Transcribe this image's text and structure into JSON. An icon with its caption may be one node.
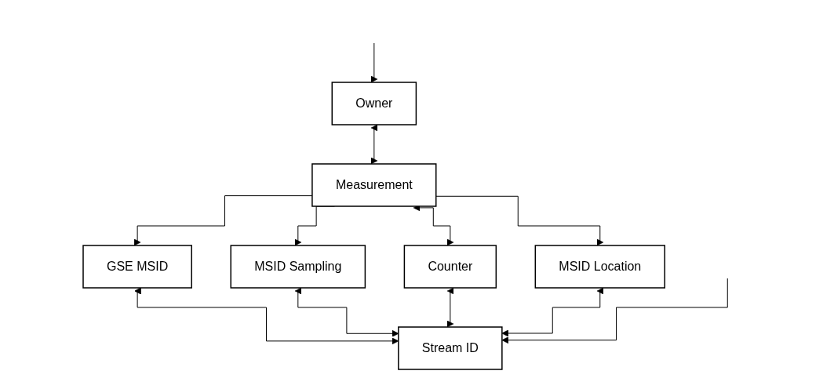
{
  "diagram": {
    "nodes": [
      {
        "text": [
          "Owner"
        ]
      },
      {
        "text": [
          "Measurement"
        ]
      },
      {
        "text": [
          "GSE MSID"
        ]
      },
      {
        "text": [
          "MSID Sampling"
        ]
      },
      {
        "text": [
          "Counter"
        ]
      },
      {
        "text": [
          "MSID Location"
        ]
      },
      {
        "text": [
          "Stream ID"
        ]
      }
    ],
    "edges": [
      {
        "from": 0,
        "to": 1,
        "arrow": "both"
      },
      {
        "from": null,
        "to": 0,
        "arrow": "to"
      },
      {
        "from": 1,
        "to": 2,
        "arrow": "to"
      },
      {
        "from": 1,
        "to": 3,
        "arrow": "to"
      },
      {
        "from": 1,
        "to": 4,
        "arrow": "both"
      },
      {
        "from": 1,
        "to": 5,
        "arrow": "to"
      },
      {
        "from": 6,
        "to": 2,
        "arrow": "both"
      },
      {
        "from": 6,
        "to": 3,
        "arrow": "both"
      },
      {
        "from": 6,
        "to": 4,
        "arrow": "both"
      },
      {
        "from": 6,
        "to": 5,
        "arrow": "both"
      },
      {
        "from": null,
        "to": 6,
        "arrow": "to"
      }
    ]
  }
}
